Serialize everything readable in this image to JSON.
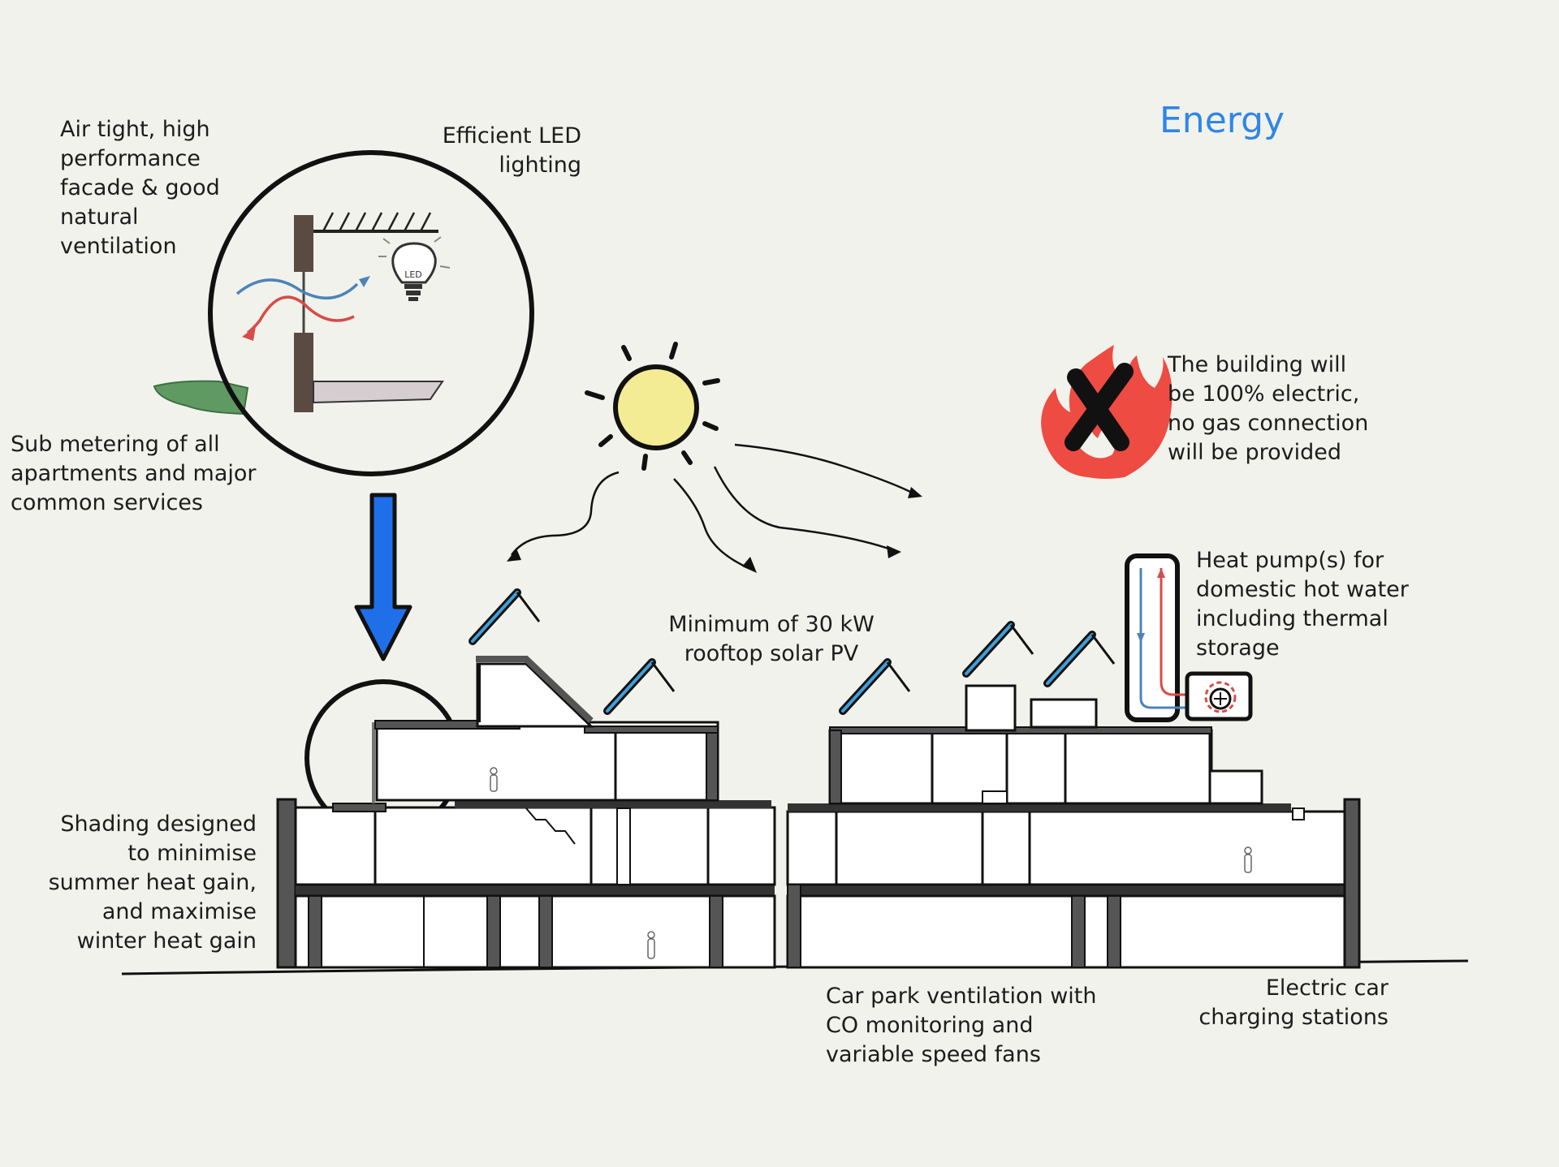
{
  "title": "Energy",
  "colors": {
    "title": "#2f86e8",
    "arrow": "#1f6fe8",
    "flame": "#ee4b43",
    "sun": "#f4ec94",
    "solar": "#3f9ed8",
    "cool_air": "#4d84b8",
    "warm_air": "#d84b47",
    "ground_green": "#5f9a62",
    "background": "#f2f2ec"
  },
  "detail_icon_text": "LED",
  "labels": {
    "facade": "Air tight, high\nperformance\nfacade & good\nnatural\nventilation",
    "led": "Efficient LED\nlighting",
    "metering": "Sub metering of all\napartments and major\ncommon services",
    "shading": "Shading designed\nto minimise\nsummer heat gain,\nand maximise\nwinter heat gain",
    "solar": "Minimum of 30 kW\nrooftop solar PV",
    "electric": "The building will\nbe 100% electric,\nno gas connection\nwill be provided",
    "heatpump": "Heat pump(s) for\ndomestic hot water\nincluding thermal\nstorage",
    "carpark": "Car park ventilation with\nCO monitoring and\nvariable speed fans",
    "charging": "Electric car\ncharging stations"
  },
  "icons": {
    "sun": "sun-icon",
    "no_gas": "no-gas-flame-icon",
    "heat_pump": "heat-pump-icon",
    "led_bulb": "led-bulb-icon",
    "solar_panel": "solar-panel-icon",
    "down_arrow": "down-arrow-icon",
    "person": "person-figure-icon"
  }
}
